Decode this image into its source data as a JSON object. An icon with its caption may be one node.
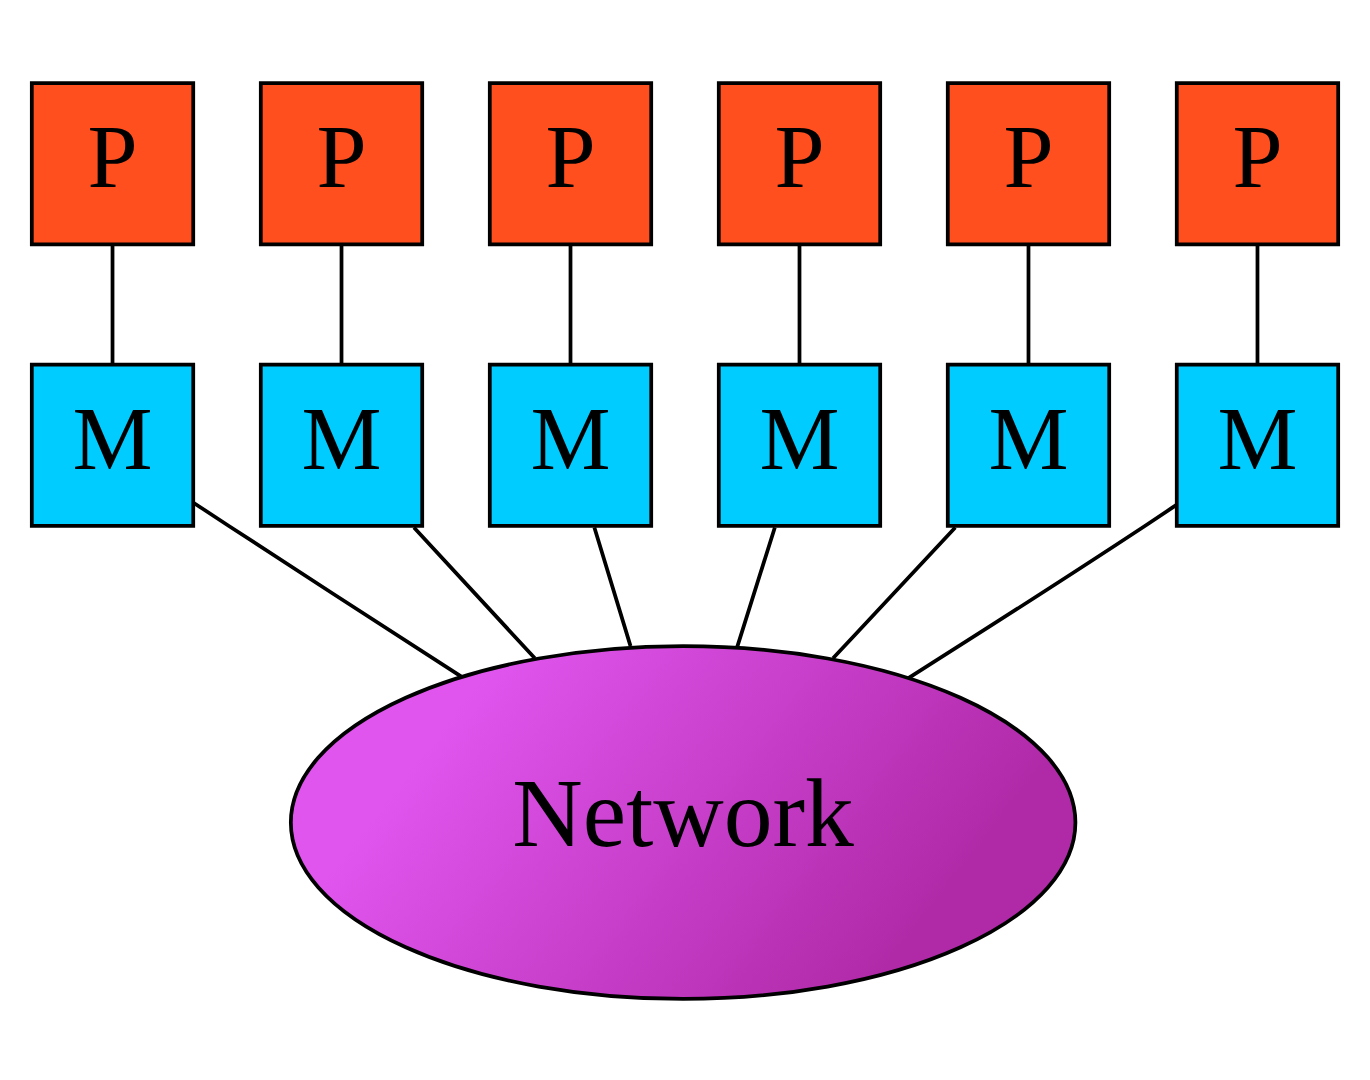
{
  "diagram": {
    "nodes": [
      {
        "text": [
          "P"
        ]
      },
      {
        "text": [
          "P"
        ]
      },
      {
        "text": [
          "P"
        ]
      },
      {
        "text": [
          "P"
        ]
      },
      {
        "text": [
          "P"
        ]
      },
      {
        "text": [
          "P"
        ]
      },
      {
        "text": [
          "M"
        ]
      },
      {
        "text": [
          "M"
        ]
      },
      {
        "text": [
          "M"
        ]
      },
      {
        "text": [
          "M"
        ]
      },
      {
        "text": [
          "M"
        ]
      },
      {
        "text": [
          "M"
        ]
      },
      {
        "text": [
          "Network"
        ]
      }
    ],
    "edges": [
      {
        "from": 0,
        "to": 6,
        "arrow": "none"
      },
      {
        "from": 1,
        "to": 7,
        "arrow": "none"
      },
      {
        "from": 2,
        "to": 8,
        "arrow": "none"
      },
      {
        "from": 3,
        "to": 9,
        "arrow": "none"
      },
      {
        "from": 4,
        "to": 10,
        "arrow": "none"
      },
      {
        "from": 5,
        "to": 11,
        "arrow": "none"
      },
      {
        "from": 6,
        "to": 12,
        "arrow": "none"
      },
      {
        "from": 7,
        "to": 12,
        "arrow": "none"
      },
      {
        "from": 8,
        "to": 12,
        "arrow": "none"
      },
      {
        "from": 9,
        "to": 12,
        "arrow": "none"
      },
      {
        "from": 10,
        "to": 12,
        "arrow": "none"
      },
      {
        "from": 11,
        "to": 12,
        "arrow": "none"
      }
    ]
  }
}
